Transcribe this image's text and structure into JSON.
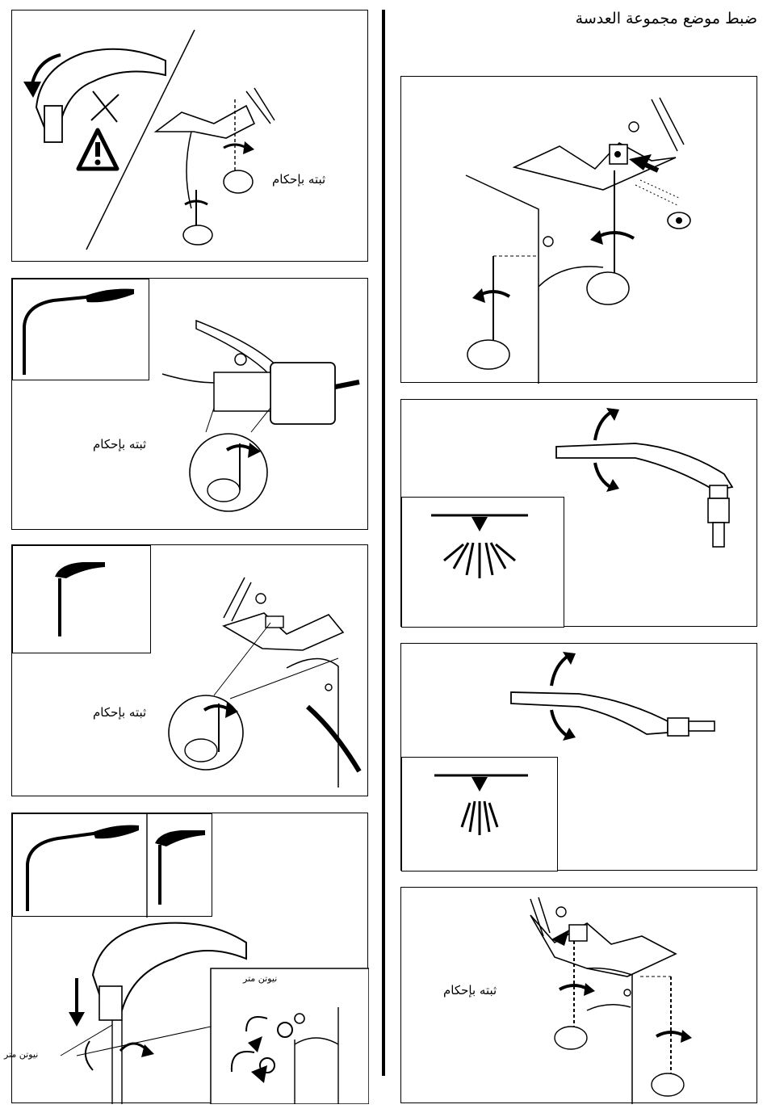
{
  "page": {
    "title": "ضبط موضع مجموعة العدسة"
  },
  "panels": {
    "p1": {
      "label": "ثبته بإحكام"
    },
    "p2": {
      "label": "ثبته بإحكام"
    },
    "p3": {
      "label": "ثبته بإحكام"
    },
    "p4": {
      "label_left": "نيوتن متر",
      "label_right": "نيوتن متر"
    },
    "p8": {
      "label": "ثبته بإحكام"
    }
  }
}
